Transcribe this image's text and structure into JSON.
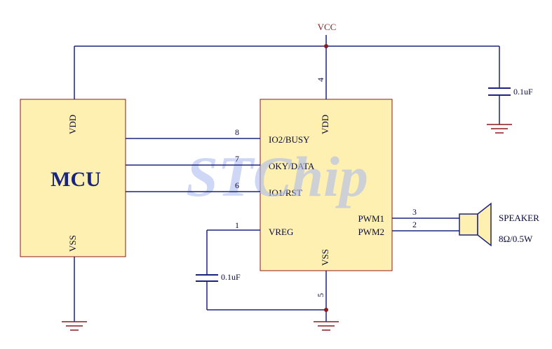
{
  "watermark": "STChip",
  "mcu": {
    "name": "MCU",
    "vdd": "VDD",
    "vss": "VSS"
  },
  "chip": {
    "vdd": "VDD",
    "vss": "VSS",
    "pins": {
      "io2_busy": "IO2/BUSY",
      "oky_data": "OKY/DATA",
      "io1_rst": "IO1/RST",
      "vreg": "VREG",
      "pwm1": "PWM1",
      "pwm2": "PWM2"
    },
    "pin_numbers": {
      "vdd": "4",
      "io2_busy": "8",
      "oky_data": "7",
      "io1_rst": "6",
      "vreg": "1",
      "pwm1": "3",
      "pwm2": "2",
      "vss": "5"
    }
  },
  "power": {
    "vcc": "VCC"
  },
  "capacitors": {
    "vcc_cap": "0.1uF",
    "vreg_cap": "0.1uF"
  },
  "speaker": {
    "name": "SPEAKER",
    "rating": "8Ω/0.5W"
  },
  "colors": {
    "wire": "#1a237e",
    "chip_fill": "#fdf0b0",
    "chip_border": "#8b1a1a",
    "text": "#0a0a3a",
    "mcu_text": "#1a237e",
    "vcc_text": "#8b1a1a",
    "capacitor": "#1a237e",
    "ground": "#8b1a1a",
    "junction": "#8b1a1a",
    "watermark": "#aebcf0"
  }
}
